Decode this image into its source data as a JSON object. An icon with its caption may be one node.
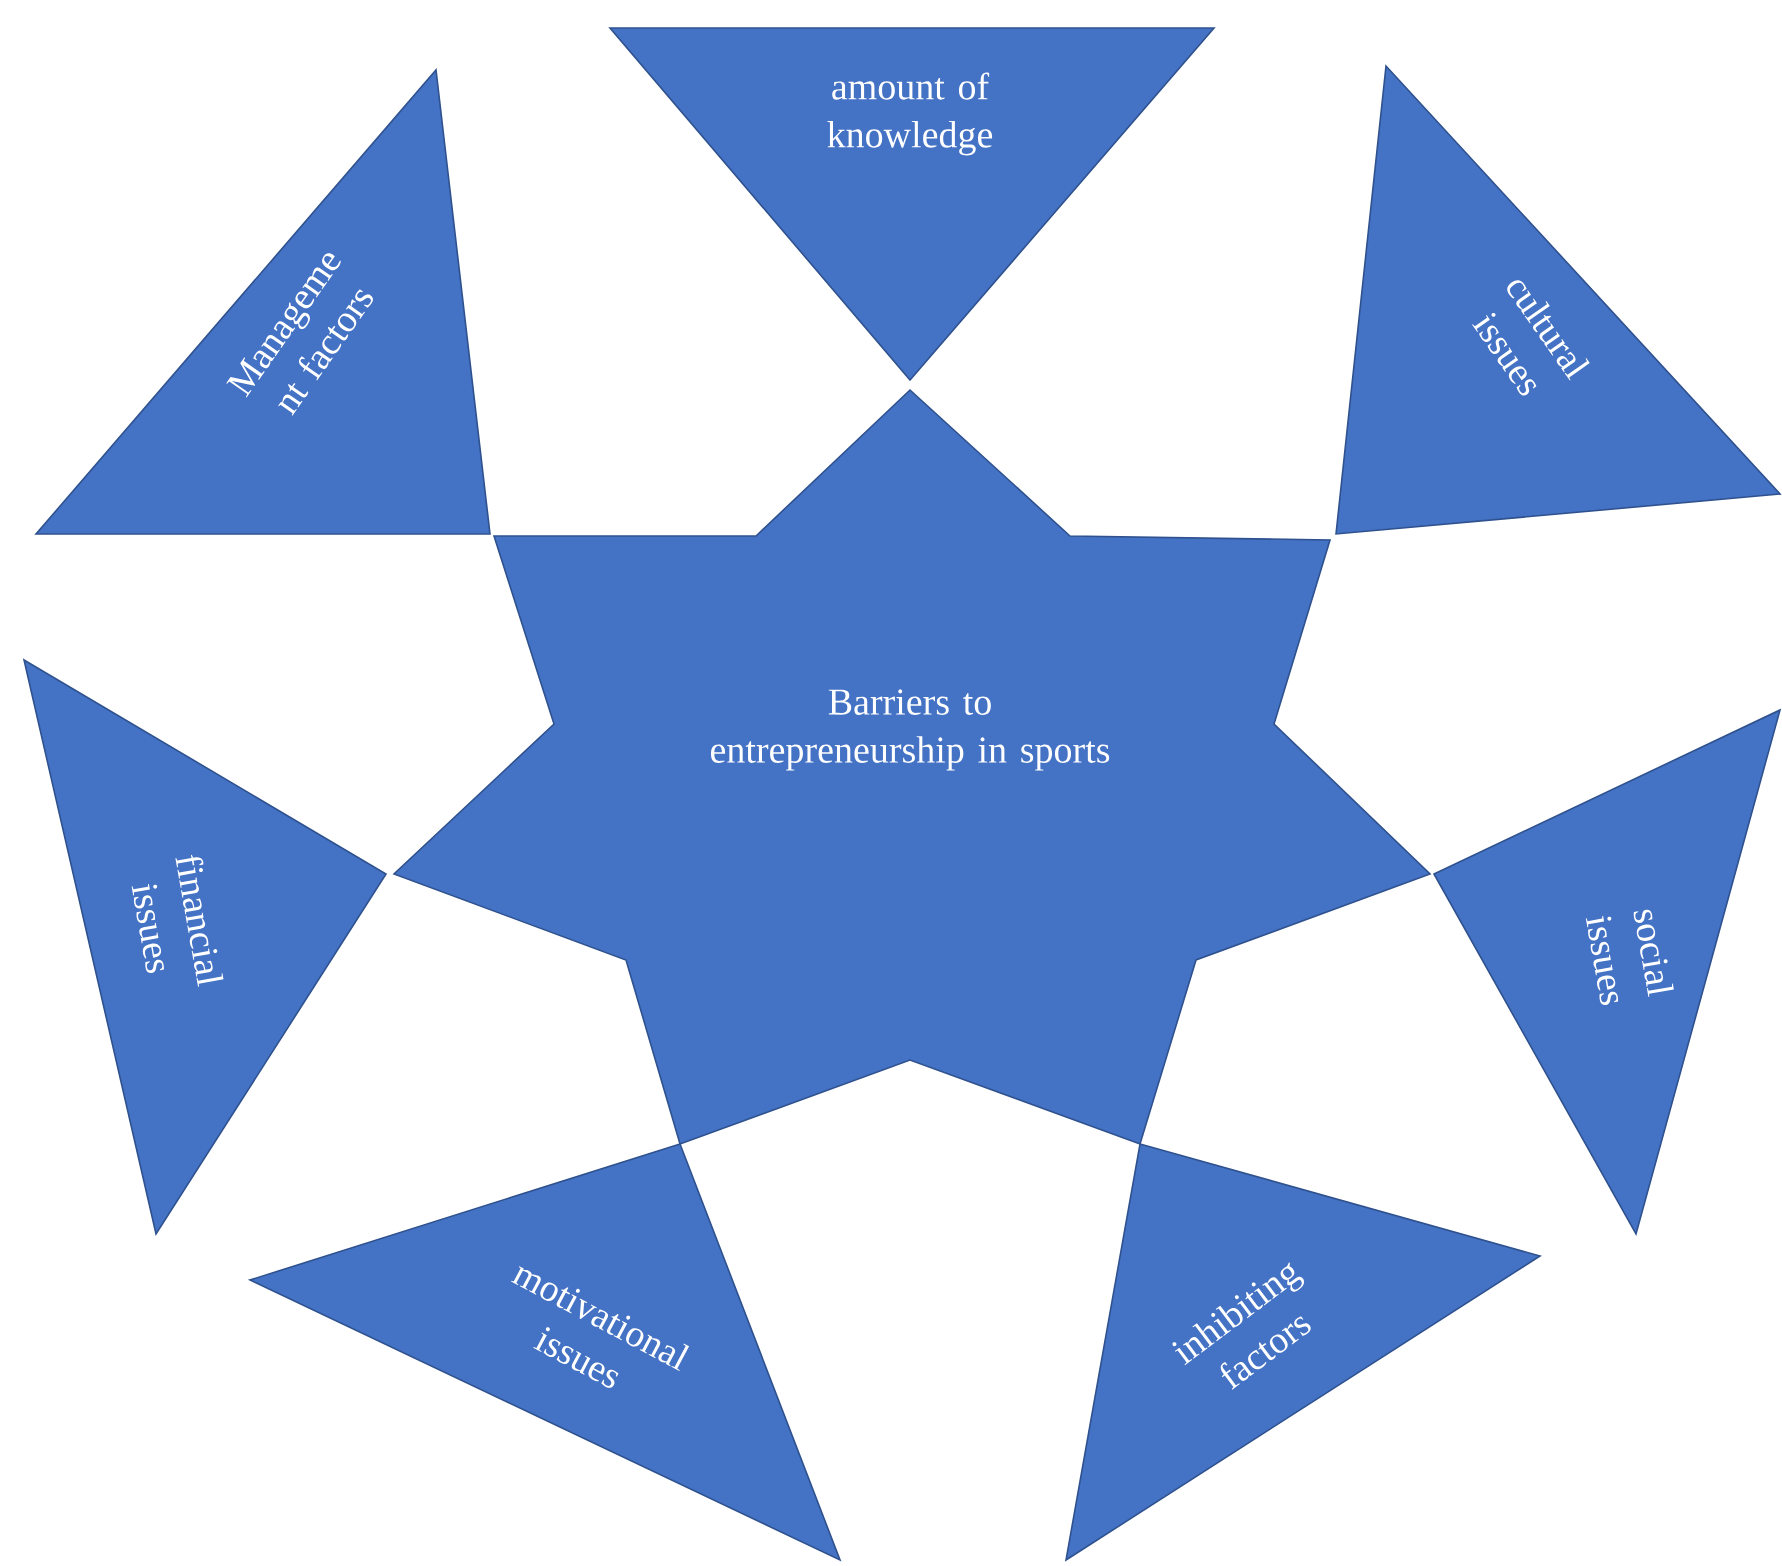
{
  "diagram": {
    "nodes": [
      {
        "text": [
          "amount of knowledge"
        ]
      },
      {
        "text": [
          "Manageme nt factors"
        ]
      },
      {
        "text": [
          "cultural issues"
        ]
      },
      {
        "text": [
          "Barriers to entrepreneurship in sports"
        ]
      },
      {
        "text": [
          "financial issues"
        ]
      },
      {
        "text": [
          "social issues"
        ]
      },
      {
        "text": [
          "motivational issues"
        ]
      },
      {
        "text": [
          "inhibiting factors"
        ]
      }
    ]
  }
}
